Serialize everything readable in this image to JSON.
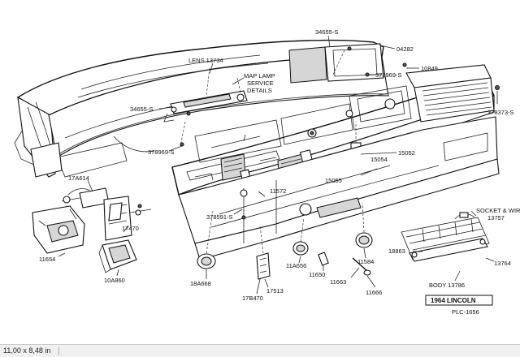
{
  "labels": {
    "l34655a": "34655-S",
    "l04282": "04282",
    "l10849": "10849",
    "lens": "LENS 13734",
    "maplamp1": "MAP LAMP",
    "maplamp2": "SERVICE",
    "maplamp3": "DETAILS",
    "l378969a": "378969-S",
    "l34655b": "34655-S",
    "l378969b": "378969-S",
    "l378373": "378373-S",
    "l15054": "15054",
    "l15052": "15052",
    "l15055": "15055",
    "l17a614": "17A614",
    "l17470": "17470",
    "l11572": "11572",
    "l378591": "378591-S",
    "l11654": "11654",
    "l10a860": "10A860",
    "l18a668": "18A668",
    "l17b470": "17B470",
    "l17513": "17513",
    "l11a656": "11A656",
    "l11650": "11650",
    "l11663": "11663",
    "l11666": "11666",
    "l11584": "11584",
    "socket1": "SOCKET & WIRE",
    "socket2": "13757",
    "l18863": "18863",
    "l13764": "13764",
    "body": "BODY 13786",
    "model": "1964 LINCOLN",
    "plc": "PLC-1656"
  },
  "status": {
    "size": "11,00 x 8,48 in"
  }
}
